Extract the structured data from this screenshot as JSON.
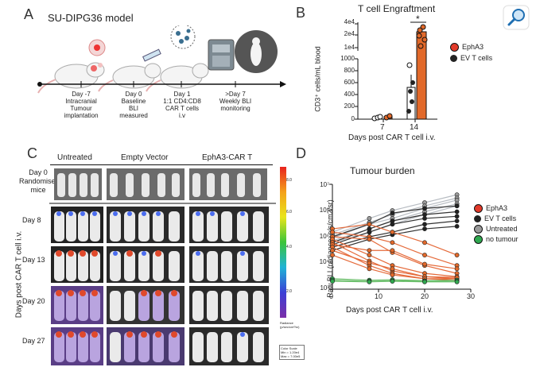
{
  "panelA": {
    "letter": "A",
    "title": "SU-DIPG36 model",
    "steps": [
      {
        "line1": "Day -7",
        "line2": "Intracranial",
        "line3": "Tumour",
        "line4": "implantation"
      },
      {
        "line1": "Day 0",
        "line2": "Baseline",
        "line3": "BLI",
        "line4": "measured"
      },
      {
        "line1": "Day 1",
        "line2": "1:1 CD4:CD8",
        "line3": "CAR T cells",
        "line4": "i.v"
      },
      {
        "line1": ">Day 7",
        "line2": "Weekly BLI",
        "line3": "monitoring",
        "line4": ""
      }
    ]
  },
  "panelB": {
    "letter": "B",
    "title": "T cell Engraftment",
    "ylabel": "CD3⁺ cells/mL blood",
    "xlabel": "Days post CAR T cell i.v.",
    "significance": "*",
    "yticks_top": [
      "4e4",
      "2e4",
      "1e4"
    ],
    "yticks_bottom": [
      "1000",
      "800",
      "600",
      "400",
      "200",
      "0"
    ],
    "xticks": [
      "7",
      "14"
    ],
    "legend": [
      {
        "label": "EphA3",
        "color": "#e23a2a"
      },
      {
        "label": "EV T cells",
        "color": "#222222"
      }
    ]
  },
  "panelC": {
    "letter": "C",
    "groups": [
      "Untreated",
      "Empty Vector",
      "EphA3-CAR T"
    ],
    "ylabel": "Days post CAR T cell i.v.",
    "rows": [
      {
        "line1": "Day 0",
        "line2": "Randomised",
        "line3": "mice"
      },
      {
        "line1": "Day 8",
        "line2": "",
        "line3": ""
      },
      {
        "line1": "Day 13",
        "line2": "",
        "line3": ""
      },
      {
        "line1": "Day 20",
        "line2": "",
        "line3": ""
      },
      {
        "line1": "Day 27",
        "line2": "",
        "line3": ""
      }
    ],
    "colorbar_ticks": [
      "8.0",
      "6.0",
      "4.0",
      "2.0"
    ],
    "colorbar_label1": "Radiance",
    "colorbar_label2": "(p/sec/cm²/sr)",
    "scale_line1": "Color Scale",
    "scale_line2": "Min = 1.20e4",
    "scale_line3": "Max = 7.00e5"
  },
  "panelD": {
    "letter": "D",
    "title": "Tumour burden",
    "ylabel": "Raw BLI (radiance; p/s/cm2/sr)",
    "xlabel": "Days post CAR T cell i.v.",
    "xticks": [
      "0",
      "10",
      "20",
      "30"
    ],
    "yticks": [
      "10⁷",
      "10⁶",
      "10⁵",
      "10⁴",
      "10³"
    ],
    "legend": [
      {
        "label": "EphA3",
        "color": "#e23a2a"
      },
      {
        "label": "EV T cells",
        "color": "#222222"
      },
      {
        "label": "Untreated",
        "color": "#9a9a9a"
      },
      {
        "label": "no tumour",
        "color": "#2fa84f"
      }
    ]
  },
  "chart_data": [
    {
      "type": "bar",
      "title": "T cell Engraftment",
      "xlabel": "Days post CAR T cell i.v.",
      "ylabel": "CD3⁺ cells/mL blood",
      "categories": [
        "7",
        "14"
      ],
      "series": [
        {
          "name": "EV T cells",
          "values": [
            15,
            480
          ],
          "points": [
            [
              0,
              5,
              10,
              25,
              40
            ],
            [
              100,
              280,
              350,
              480,
              620,
              900
            ]
          ]
        },
        {
          "name": "EphA3",
          "values": [
            35,
            20000
          ],
          "points": [
            [
              15,
              30,
              45,
              60
            ],
            [
              12000,
              16000,
              20000,
              22000,
              26000
            ]
          ]
        }
      ]
    },
    {
      "type": "line",
      "title": "Tumour burden",
      "xlabel": "Days post CAR T cell i.v.",
      "ylabel": "Raw BLI (radiance; p/s/cm2/sr)",
      "x": [
        0,
        8,
        13,
        20,
        27
      ],
      "xlim": [
        0,
        30
      ],
      "ylim": [
        1000,
        10000000
      ],
      "log_y": true,
      "series": [
        {
          "name": "Untreated",
          "values": [
            [
              150000,
              500000,
              1000000,
              2000000,
              4000000
            ],
            [
              120000,
              350000,
              700000,
              1500000,
              3000000
            ],
            [
              90000,
              300000,
              500000,
              1200000,
              2500000
            ],
            [
              70000,
              200000,
              400000,
              900000,
              1800000
            ],
            [
              60000,
              150000,
              300000,
              700000,
              1500000
            ]
          ]
        },
        {
          "name": "EV T cells",
          "values": [
            [
              100000,
              300000,
              800000,
              1200000,
              1500000
            ],
            [
              60000,
              200000,
              400000,
              700000,
              900000
            ],
            [
              50000,
              150000,
              300000,
              500000,
              600000
            ],
            [
              40000,
              100000,
              150000,
              300000,
              400000
            ],
            [
              30000,
              80000,
              120000,
              200000,
              250000
            ]
          ]
        },
        {
          "name": "EphA3",
          "values": [
            [
              200000,
              300000,
              150000,
              60000,
              20000
            ],
            [
              150000,
              100000,
              60000,
              20000,
              8000
            ],
            [
              100000,
              80000,
              25000,
              8000,
              4000
            ],
            [
              80000,
              20000,
              8000,
              4000,
              3000
            ],
            [
              60000,
              12000,
              5000,
              3000,
              2500
            ],
            [
              50000,
              30000,
              30000,
              9000,
              6000
            ],
            [
              40000,
              8000,
              4000,
              2500,
              2500
            ],
            [
              30000,
              10000,
              6000,
              3000,
              2800
            ],
            [
              20000,
              6000,
              3500,
              2500,
              2200
            ]
          ]
        },
        {
          "name": "no tumour",
          "values": [
            [
              2500,
              2200,
              2300,
              2100,
              2200
            ],
            [
              2200,
              2000,
              2100,
              2000,
              2000
            ],
            [
              2000,
              1900,
              2000,
              1900,
              1900
            ]
          ]
        }
      ]
    }
  ]
}
